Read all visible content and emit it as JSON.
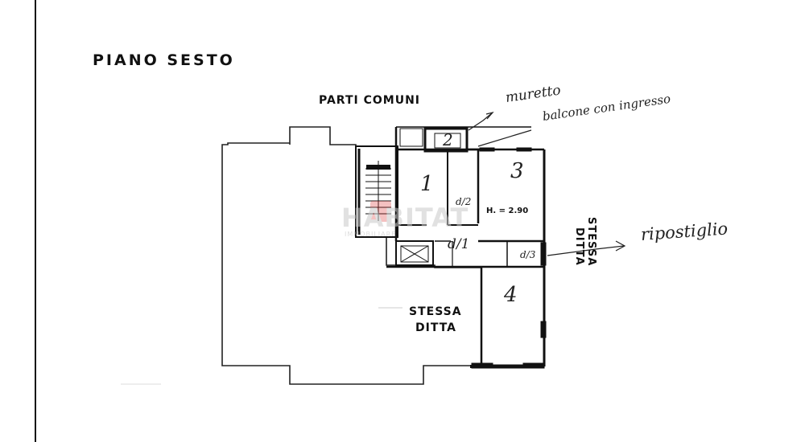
{
  "title": "PIANO SESTO",
  "labels": {
    "parti_comuni": "PARTI COMUNI",
    "stessa_ditta_top": "STESSA",
    "stessa_ditta_bottom": "DITTA",
    "side_stessa": "STESSA",
    "side_ditta": "DITTA",
    "height_note": "H. = 2.90"
  },
  "room_numbers": {
    "r1": "1",
    "r2": "2",
    "r3": "3",
    "r4": "4"
  },
  "room_marks": {
    "ripostiglio_1": "d/1",
    "ripostiglio_2": "d/2",
    "ripostiglio_3": "d/3"
  },
  "handwritten": {
    "line1": "muretto",
    "line2": "balcone con ingresso",
    "line3": "ripostiglio"
  },
  "watermark": {
    "brand": "HABITAT",
    "sub": "IMMOBILIARE"
  },
  "colors": {
    "ink": "#111111",
    "paper": "#ffffff",
    "watermark": "#c9c9c9",
    "watermark_accent": "#dd3333"
  }
}
